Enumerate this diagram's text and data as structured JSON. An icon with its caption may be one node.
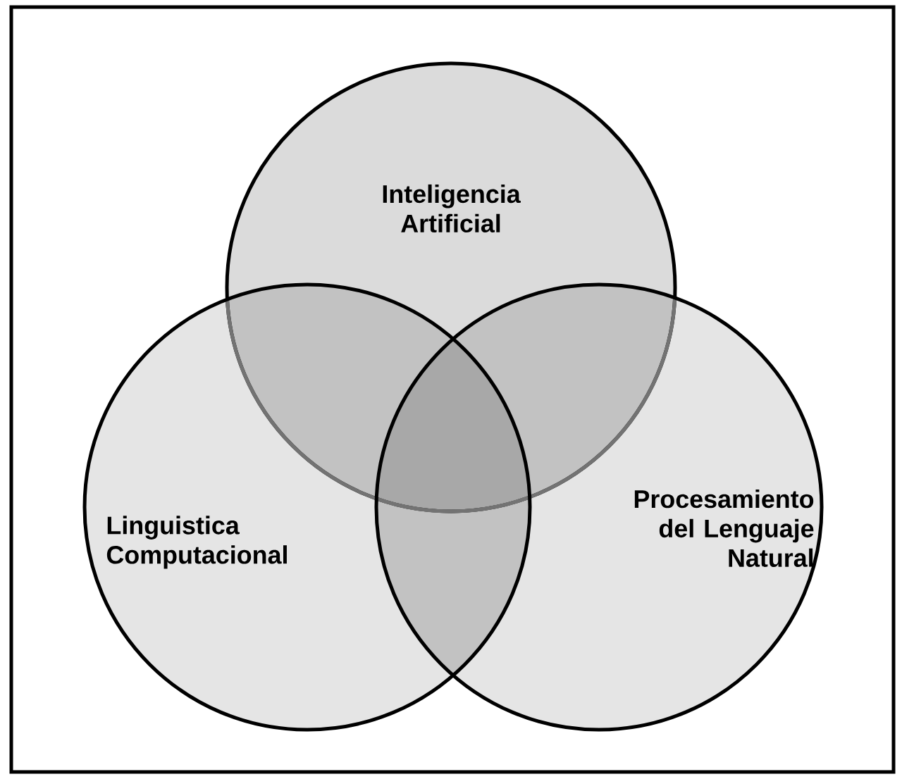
{
  "diagram": {
    "nodes": [
      {
        "text": [
          "Inteligencia Artificial"
        ]
      },
      {
        "text": [
          "Linguistica Computacional"
        ]
      },
      {
        "text": [
          "Procesamiento del Lenguaje Natural"
        ]
      }
    ]
  }
}
